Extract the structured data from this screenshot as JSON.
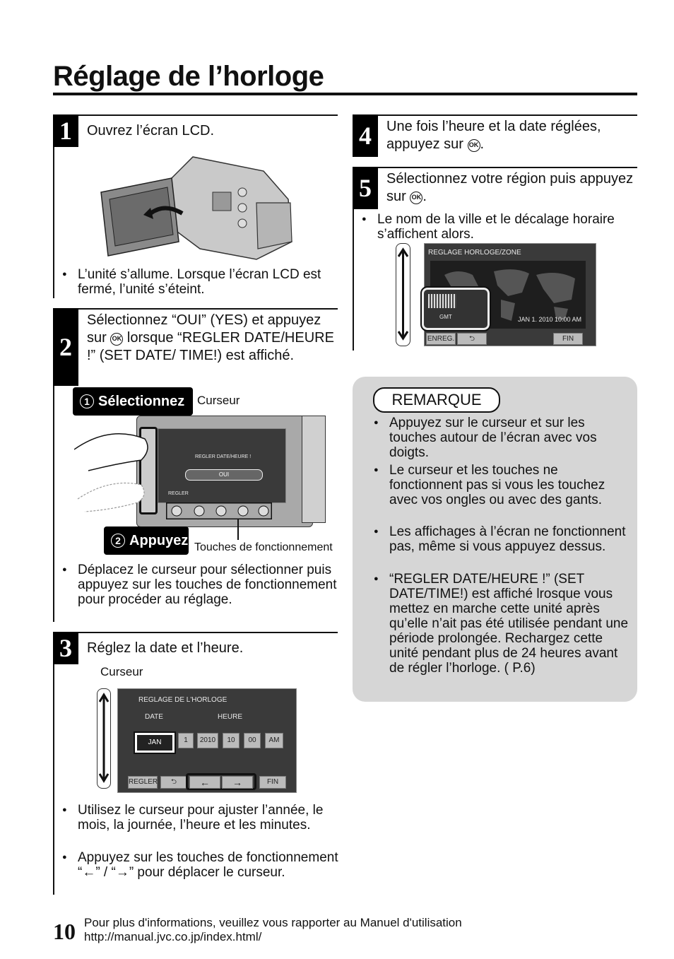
{
  "page": {
    "title": "Réglage de l’horloge",
    "page_number": "10",
    "footer_line1": "Pour plus d'informations, veuillez vous rapporter au Manuel d'utilisation",
    "footer_line2": "http://manual.jvc.co.jp/index.html/"
  },
  "steps": {
    "s1": {
      "number": "1",
      "text": "Ouvrez l’écran LCD.",
      "bullet": "L’unité s’allume. Lorsque l’écran LCD est fermé, l’unité s’éteint."
    },
    "s2": {
      "number": "2",
      "text_a": "Sélectionnez “OUI” (YES) et appuyez sur ",
      "text_b": " lorsque “REGLER DATE/HEURE !” (SET DATE/ TIME!) est affiché.",
      "label_select": "Sélectionnez",
      "label_select_num": "1",
      "label_press": "Appuyez",
      "label_press_num": "2",
      "cursor_label": "Curseur",
      "keys_label": "Touches de fonctionnement",
      "lcd_title": "REGLER DATE/HEURE !",
      "lcd_option": "OUI",
      "lcd_set": "REGLER",
      "bullet": "Déplacez le curseur pour sélectionner puis appuyez sur les touches de fonctionnement pour procéder au réglage."
    },
    "s3": {
      "number": "3",
      "text": "Réglez la date et l’heure.",
      "cursor_label": "Curseur",
      "lcd_title": "REGLAGE DE L'HORLOGE",
      "lcd_date": "DATE",
      "lcd_time": "HEURE",
      "fields": [
        "JAN",
        "1",
        "2010",
        "10",
        "00",
        "AM"
      ],
      "key_set": "REGLER",
      "key_end": "FIN",
      "bullet1": "Utilisez le curseur pour ajuster l’année, le mois, la journée, l’heure et les minutes.",
      "bullet2_a": "Appuyez sur les touches de fonctionnement “",
      "bullet2_b": "” / “",
      "bullet2_c": "” pour déplacer le curseur.",
      "arrow_left": "←",
      "arrow_right": "→"
    },
    "s4": {
      "number": "4",
      "text_a": "Une fois l’heure et la date réglées, appuyez sur ",
      "text_b": "."
    },
    "s5": {
      "number": "5",
      "text_a": "Sélectionnez votre région puis appuyez sur ",
      "text_b": ".",
      "bullet": "Le nom de la ville et le décalage horaire s’affichent alors.",
      "lcd_title": "REGLAGE HORLOGE/ZONE",
      "lcd_gmt": "GMT",
      "lcd_date": "JAN 1. 2010 10:00 AM",
      "key_save": "ENREG.",
      "key_end": "FIN"
    }
  },
  "ok_symbol": "OK",
  "note": {
    "title": "REMARQUE",
    "items": [
      "Appuyez sur le curseur et sur les touches autour de l’écran avec vos doigts.",
      "Le curseur et les touches ne fonctionnent pas si vous les touchez avec vos ongles ou avec des gants.",
      "Les affichages à l’écran ne fonctionnent pas, même si vous appuyez dessus.",
      "“REGLER DATE/HEURE !” (SET DATE/TIME!) est affiché lrosque vous mettez en marche cette unité après qu’elle n’ait pas été utilisée pendant une période prolongée. Rechargez cette unité pendant plus de 24 heures avant de régler l’horloge. ( P.6)"
    ]
  }
}
